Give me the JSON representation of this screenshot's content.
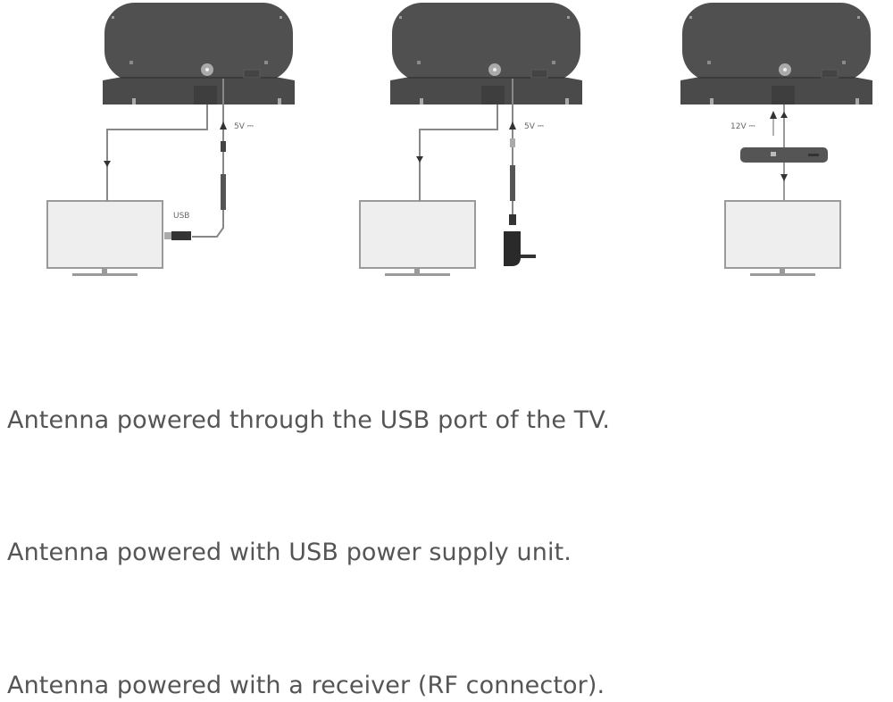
{
  "diagram": {
    "panels": [
      {
        "power_label": "5V ⎓",
        "port_label": "USB"
      },
      {
        "power_label": "5V ⎓"
      },
      {
        "power_label": "12V ⎓"
      }
    ]
  },
  "captions": [
    "Antenna powered through the USB port of the TV.",
    "Antenna powered with USB power supply unit.",
    "Antenna powered with a receiver (RF connector)."
  ],
  "colors": {
    "antenna": "#505050",
    "cable": "#888888",
    "tv_screen": "#eeeeee",
    "tv_frame": "#9a9a9a",
    "text": "#555555"
  }
}
